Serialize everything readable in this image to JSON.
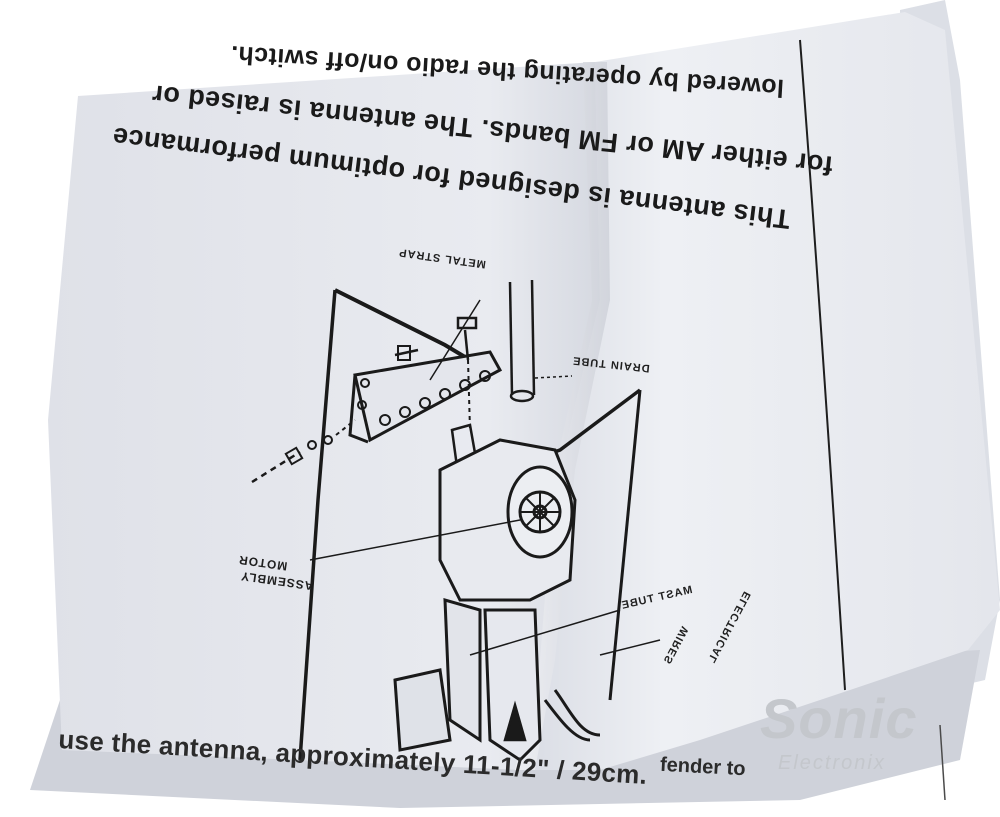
{
  "instructions": {
    "line1": "lowered by operating the radio on/off switch.",
    "line2": "for either AM or FM bands. The antenna is raised or",
    "line3": "This antenna is designed for optimum performance",
    "bottom_line1": "use the antenna, approximately 11-1/2\" / 29cm.",
    "bottom_partial": "fender to"
  },
  "diagram_labels": {
    "metal_strap": "METAL STRAP",
    "drain_tube": "DRAIN TUBE",
    "motor_line1": "MOTOR",
    "motor_line2": "ASSEMBLY",
    "mast_tube": "MAST TUBE",
    "electrical_line1": "ELECTRICAL",
    "electrical_line2": "WIRES"
  },
  "watermark": {
    "brand": "Sonic",
    "sub": "Electronix"
  },
  "colors": {
    "paper": "#e6e8ee",
    "paper_shadow": "#cfd2da",
    "ink": "#1a1a1a",
    "watermark": "#c4c7cc"
  }
}
